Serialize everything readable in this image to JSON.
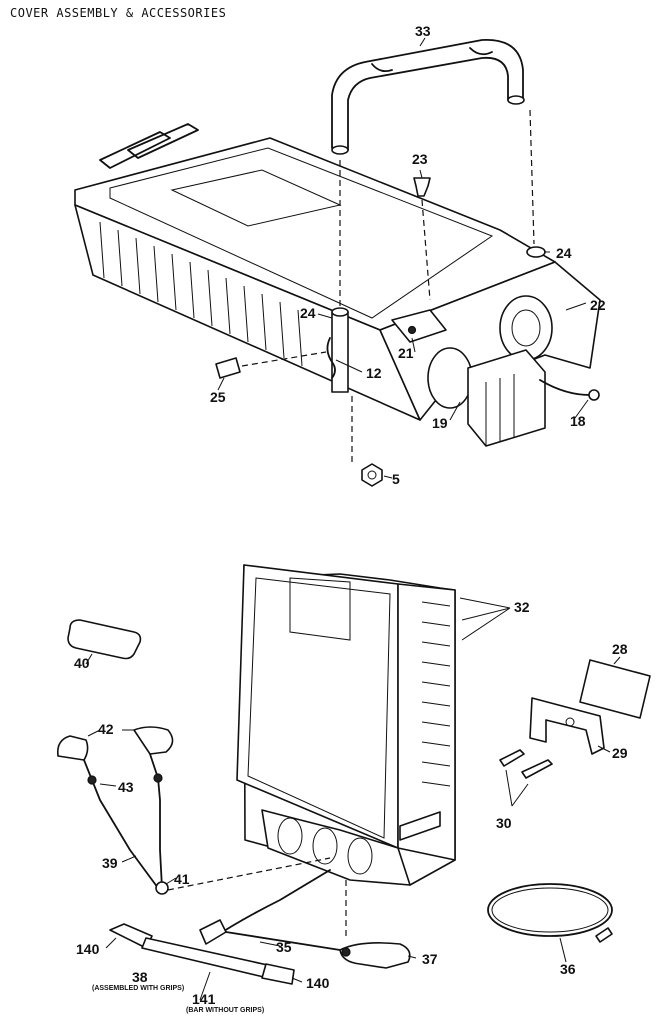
{
  "title": "COVER ASSEMBLY & ACCESSORIES",
  "callouts": {
    "c33": "33",
    "c23": "23",
    "c24a": "24",
    "c24b": "24",
    "c22": "22",
    "c21": "21",
    "c12": "12",
    "c25": "25",
    "c19": "19",
    "c18": "18",
    "c5": "5",
    "c32": "32",
    "c28": "28",
    "c29": "29",
    "c30": "30",
    "c40": "40",
    "c42": "42",
    "c43": "43",
    "c39": "39",
    "c41": "41",
    "c140a": "140",
    "c140b": "140",
    "c38": "38",
    "c141": "141",
    "c35": "35",
    "c37": "37",
    "c36": "36"
  },
  "notes": {
    "assembled": "(ASSEMBLED WITH GRIPS)",
    "bar": "(BAR WITHOUT GRIPS)"
  },
  "icons": [
    "cover-assembly",
    "handle",
    "motor-unit",
    "cylinder-housing",
    "mounting-bracket",
    "storage-bag",
    "hand-grips",
    "extension-bar",
    "power-cord"
  ]
}
